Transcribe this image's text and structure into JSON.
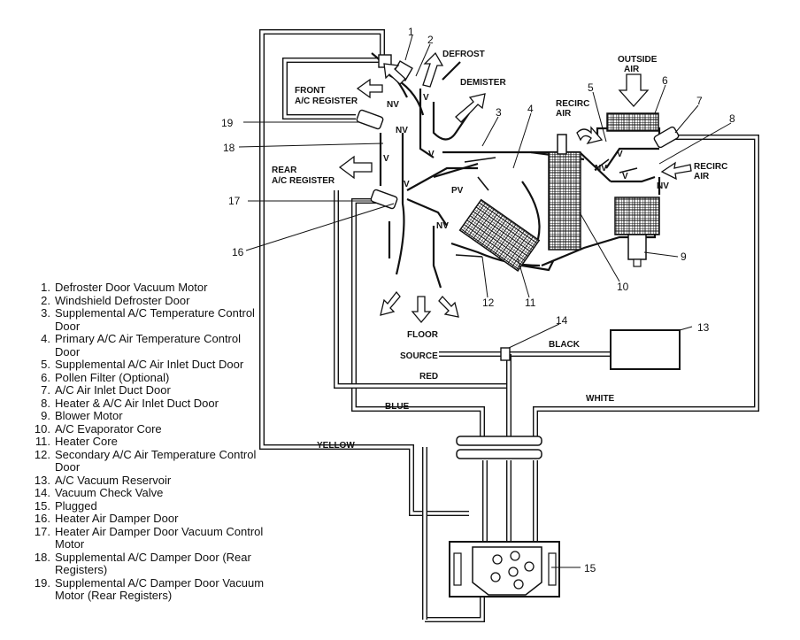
{
  "legend": [
    {
      "n": "1.",
      "text": "Defroster Door Vacuum Motor"
    },
    {
      "n": "2.",
      "text": "Windshield Defroster Door"
    },
    {
      "n": "3.",
      "text": "Supplemental A/C Temperature Control Door"
    },
    {
      "n": "4.",
      "text": "Primary A/C Air Temperature Control Door"
    },
    {
      "n": "5.",
      "text": "Supplemental A/C Air Inlet Duct Door"
    },
    {
      "n": "6.",
      "text": "Pollen Filter (Optional)"
    },
    {
      "n": "7.",
      "text": "A/C Air Inlet Duct Door"
    },
    {
      "n": "8.",
      "text": "Heater & A/C Air Inlet Duct Door"
    },
    {
      "n": "9.",
      "text": "Blower Motor"
    },
    {
      "n": "10.",
      "text": "A/C Evaporator Core"
    },
    {
      "n": "11.",
      "text": "Heater Core"
    },
    {
      "n": "12.",
      "text": "Secondary A/C Air Temperature Control Door"
    },
    {
      "n": "13.",
      "text": "A/C Vacuum Reservoir"
    },
    {
      "n": "14.",
      "text": "Vacuum Check Valve"
    },
    {
      "n": "15.",
      "text": "Plugged"
    },
    {
      "n": "16.",
      "text": "Heater Air Damper Door"
    },
    {
      "n": "17.",
      "text": "Heater Air Damper Door Vacuum Control Motor"
    },
    {
      "n": "18.",
      "text": "Supplemental A/C Damper Door (Rear Registers)"
    },
    {
      "n": "19.",
      "text": "Supplemental A/C Damper Door Vacuum Motor (Rear Registers)"
    }
  ],
  "labels": {
    "defrost": "DEFROST",
    "demister": "DEMISTER",
    "front_register_1": "FRONT",
    "front_register_2": "A/C REGISTER",
    "rear_register_1": "REAR",
    "rear_register_2": "A/C REGISTER",
    "outside_air_1": "OUTSIDE",
    "outside_air_2": "AIR",
    "recirc_left_1": "RECIRC",
    "recirc_left_2": "AIR",
    "recirc_right_1": "RECIRC",
    "recirc_right_2": "AIR",
    "floor": "FLOOR",
    "source": "SOURCE",
    "black": "BLACK",
    "red": "RED",
    "white": "WHITE",
    "blue": "BLUE",
    "yellow": "YELLOW",
    "nv": "NV",
    "v": "V",
    "pv": "PV"
  },
  "callouts": [
    "1",
    "2",
    "3",
    "4",
    "5",
    "6",
    "7",
    "8",
    "9",
    "10",
    "11",
    "12",
    "13",
    "14",
    "15",
    "16",
    "17",
    "18",
    "19"
  ]
}
